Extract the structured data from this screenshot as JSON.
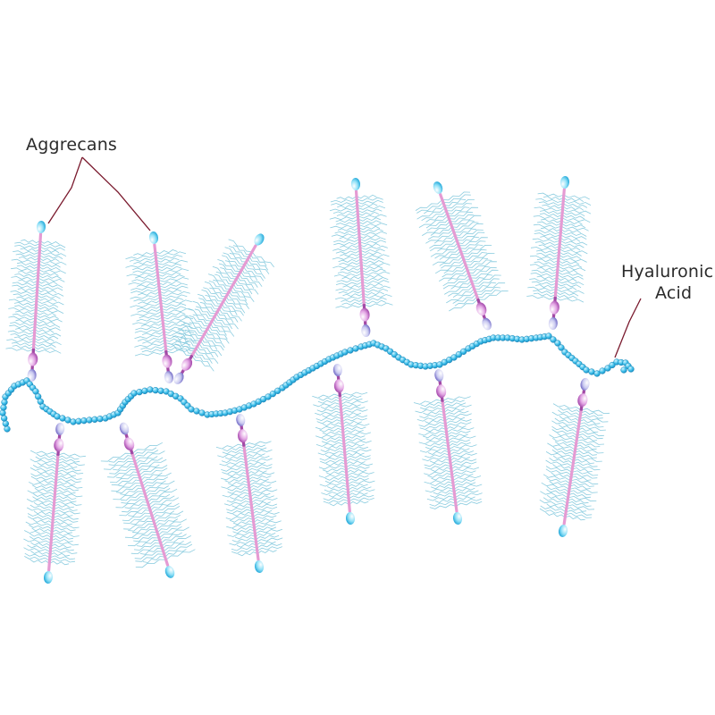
{
  "labels": {
    "aggrecans": "Aggrecans",
    "hyaluronic_line1": "Hyaluronic",
    "hyaluronic_line2": "Acid"
  },
  "colors": {
    "chain": "#33b5e3",
    "chain_outline": "#1f87b8",
    "core_protein": "#e59bd3",
    "link_protein": "#a24aa5",
    "bristle": "#7fc7dc",
    "pointer": "#7a1a2e",
    "text": "#2b2b2b"
  }
}
